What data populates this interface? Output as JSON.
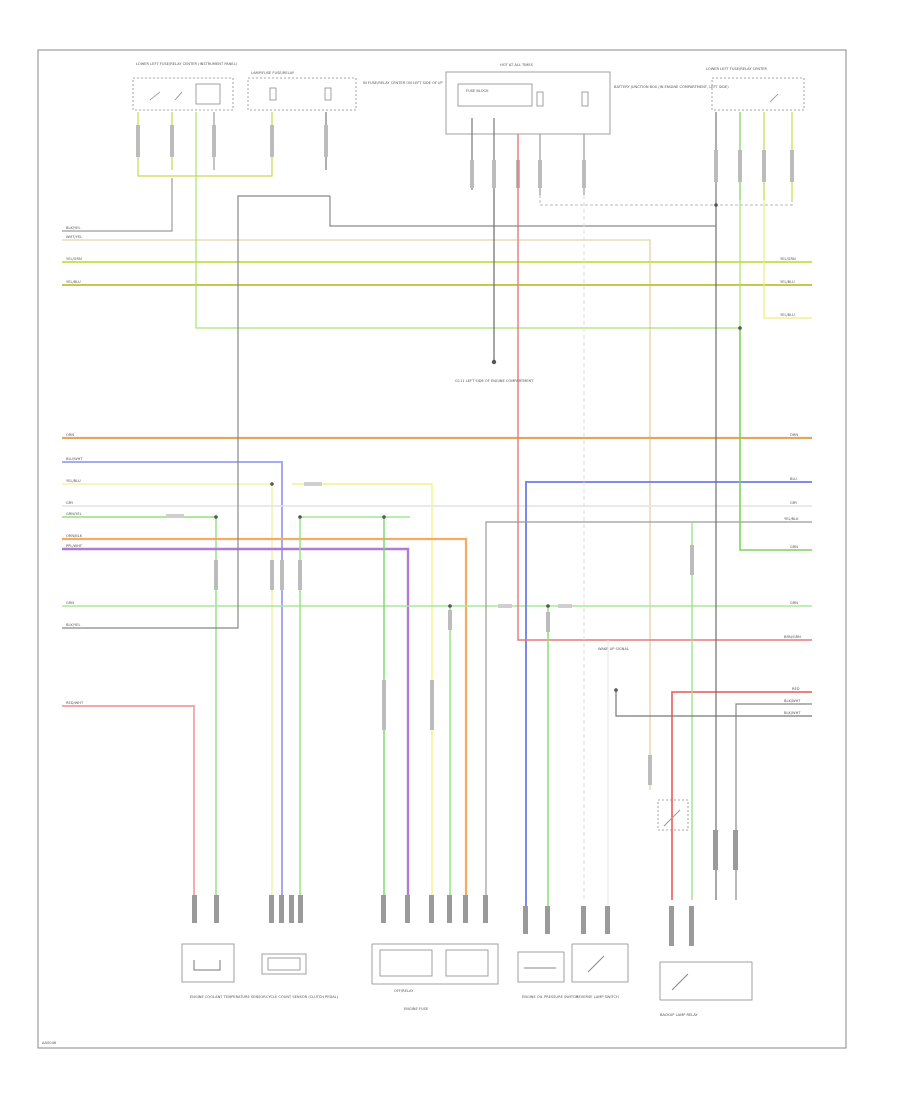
{
  "diagram": {
    "footer_code": "AA0046",
    "components": {
      "lower_left": "LOWER LEFT FUSE/RELAY CENTER (INSTRUMENT PANEL)",
      "lamp_fuses": "LAMP/FUSE FUSE/RELAY",
      "lamp_fuses_note": "IN FUSE/RELAY CENTER ON LEFT SIDE OF I/P",
      "hot_at_all": "HOT AT ALL TIMES",
      "battery_relay": "FUSE BLOCK",
      "battery_relay_note": "BATTERY JUNCTION BOX (IN ENGINE COMPARTMENT, LEFT SIDE)",
      "lower_right": "LOWER LEFT FUSE/RELAY CENTER",
      "ground_text": "G111 LEFT SIDE OF ENGINE COMPARTMENT",
      "bottom_1": "ENGINE COOLANT TEMPERATURE SENSOR",
      "bottom_2": "CYCLE COUNT SENSOR (CLUTCH PEDAL)",
      "bottom_3_top": "OFF/RELAY",
      "bottom_3_bottom": "ENGINE FUSE",
      "bottom_4": "ENGINE OIL PRESSURE SWITCH",
      "bottom_5": "REVERSE LAMP SWITCH",
      "bottom_6": "BACKUP LAMP RELAY",
      "terminal_label": "WAKE UP SIGNAL"
    },
    "wires_left": [
      "BLK/YEL",
      "WHT/YEL",
      "YEL/GRN",
      "YEL/BLU",
      "ORN",
      "BLU/WHT",
      "YEL/BLU",
      "GRY",
      "GRN/YEL",
      "ORN/BLK",
      "PPL/WHT",
      "GRN",
      "BLK/YEL",
      "RED/WHT"
    ],
    "wires_right": [
      "YEL/GRN",
      "YEL/BLU",
      "YEL/BLU",
      "ORN",
      "BLU",
      "GRY",
      "YEL/BLK",
      "GRN",
      "GRN",
      "BRN/GRN",
      "RED",
      "BLK/WHT",
      "BLK/WHT"
    ]
  }
}
